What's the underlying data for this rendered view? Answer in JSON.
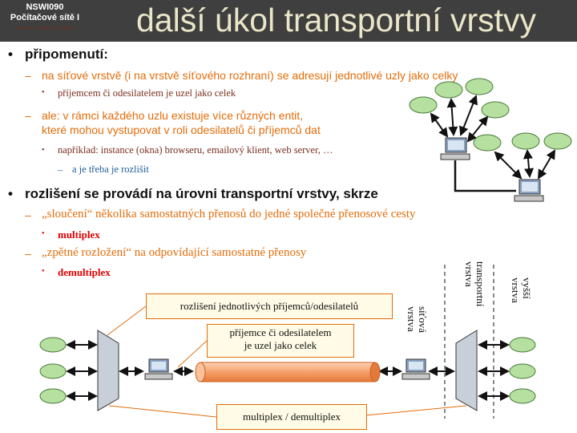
{
  "header": {
    "course_code": "NSWI090",
    "course_name": "Počítačové sítě I",
    "version": "verze 4.0, lekce 9, slide 6",
    "title": "další úkol transportní vrstvy"
  },
  "bullets": {
    "b1": "připomenutí:",
    "b1_d1": "na síťové vrstvě (i na vrstvě síťového rozhraní) se adresují jednotlivé uzly jako celky",
    "b1_d1_s1": "příjemcem či odesilatelem je uzel jako celek",
    "b1_d2_line1": "ale: v rámci každého uzlu existuje více různých entit,",
    "b1_d2_line2": "které mohou vystupovat v roli odesilatelů či příjemců dat",
    "b1_d2_s1": "například: instance (okna) browseru, emailový klient, web server, …",
    "b1_d2_s1_d": "a je třeba je rozlišit",
    "b2": "rozlišení se provádí na úrovni transportní vrstvy, skrze",
    "b2_d1": "„sloučení“ několika samostatných přenosů do jedné společné přenosové cesty",
    "b2_d1_s1": "multiplex",
    "b2_d2": "„zpětné rozložení“ na odpovídající samostatné přenosy",
    "b2_d2_s1": "demultiplex"
  },
  "diagram": {
    "callout_top": "rozlišení jednotlivých příjemců/odesilatelů",
    "callout_mid_line1": "příjemce či odesilatelem",
    "callout_mid_line2": "je uzel jako celek",
    "callout_bottom": "multiplex / demultiplex",
    "layer_network": [
      "síťová",
      "vrstva"
    ],
    "layer_transport": [
      "transportní",
      "vrstva"
    ],
    "layer_higher": [
      "vyšší",
      "vrstva"
    ]
  },
  "colors": {
    "header_bg": "#3f3f3f",
    "title": "#eae6c8",
    "accent_orange": "#e36c09",
    "emphasis_red": "#e00000",
    "cloud_green": "#b6e0a0",
    "pipe": "#f6a06a"
  }
}
